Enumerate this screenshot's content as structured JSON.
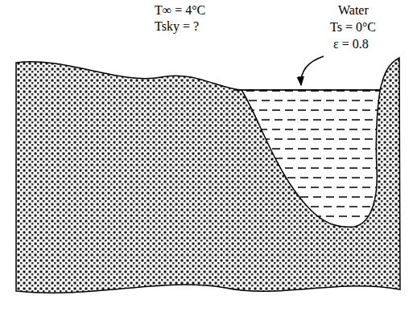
{
  "diagram": {
    "labels": [
      "T∞ = 4°C",
      "Tsky = ?",
      "Water",
      "Ts = 0°C",
      "ε = 0.8"
    ]
  }
}
